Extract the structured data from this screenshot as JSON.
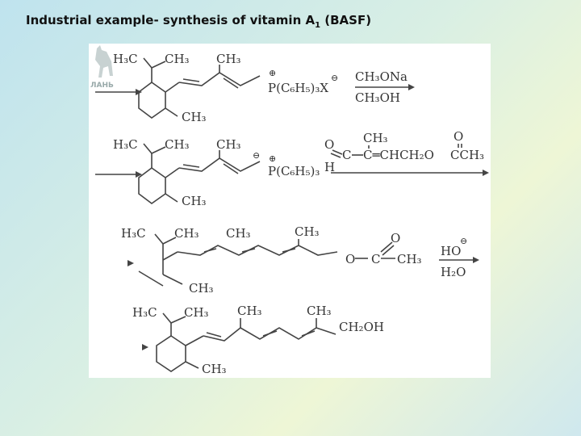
{
  "title": {
    "text": "Industrial example- synthesis of vitamin A",
    "sub": "1",
    "suffix": " (BASF)"
  },
  "labels": {
    "h3c": "H₃C",
    "ch3": "CH₃",
    "phosphonium": "P(C₆H₅)₃X",
    "ylide": "P(C₆H₅)₃",
    "reagent1_top": "CH₃ONa",
    "reagent1_bottom": "CH₃OH",
    "aldehyde_o": "O",
    "aldehyde_c": "C",
    "aldehyde_h": "H",
    "aldehyde_chain": "C═CHCH₂O",
    "acetyl": "CCH₃",
    "ester_o": "O",
    "ester_c": "C",
    "ester_ch3": "CH₃",
    "reagent2_top": "HO",
    "reagent2_bottom": "H₂O",
    "alcohol": "CH₂OH",
    "logo_text": "ЛАНЬ"
  },
  "colors": {
    "ink": "#333333",
    "panel": "#ffffff"
  }
}
